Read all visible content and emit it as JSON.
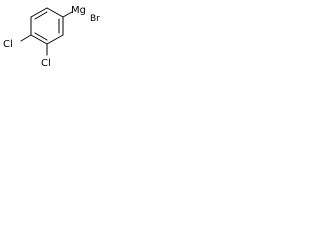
{
  "molecule": {
    "atoms": {
      "metal": "Mg",
      "halide_br": "Br",
      "chloro_para": "Cl",
      "chloro_meta": "Cl"
    }
  }
}
